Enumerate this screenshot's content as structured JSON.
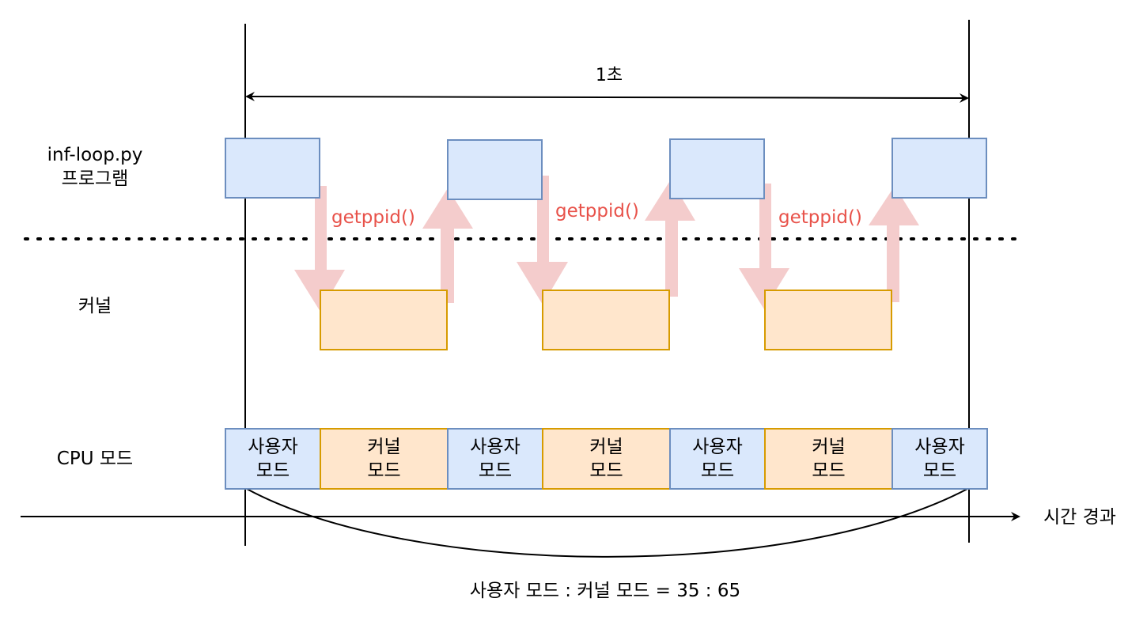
{
  "duration_label": "1초",
  "rows": {
    "program": "inf-loop.py\n프로그램",
    "kernel": "커널",
    "cpu_mode": "CPU 모드"
  },
  "syscalls": [
    "getppid()",
    "getppid()",
    "getppid()"
  ],
  "cpu_segments": [
    {
      "kind": "user",
      "line1": "사용자",
      "line2": "모드"
    },
    {
      "kind": "kernel",
      "line1": "커널",
      "line2": "모드"
    },
    {
      "kind": "user",
      "line1": "사용자",
      "line2": "모드"
    },
    {
      "kind": "kernel",
      "line1": "커널",
      "line2": "모드"
    },
    {
      "kind": "user",
      "line1": "사용자",
      "line2": "모드"
    },
    {
      "kind": "kernel",
      "line1": "커널",
      "line2": "모드"
    },
    {
      "kind": "user",
      "line1": "사용자",
      "line2": "모드"
    }
  ],
  "time_axis_label": "시간 경과",
  "ratio_text": "사용자 모드 : 커널 모드 = 35 : 65",
  "colors": {
    "user_fill": "#dae8fc",
    "user_stroke": "#6c8ebf",
    "kernel_fill": "#ffe6cc",
    "kernel_stroke": "#d79b00",
    "arrow": "#f4cccc",
    "syscall_text": "#e8524a"
  }
}
